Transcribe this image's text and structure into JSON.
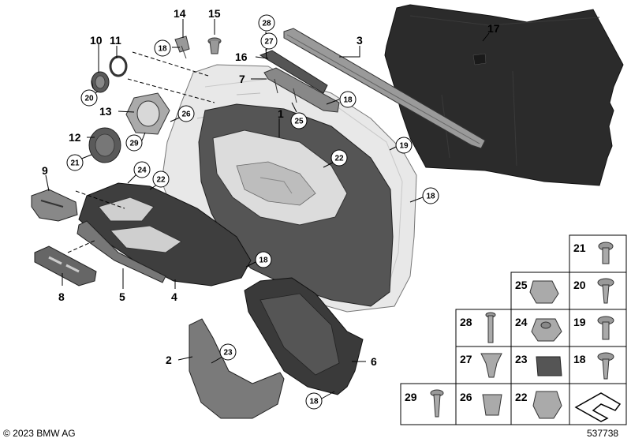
{
  "callouts": {
    "n1": "1",
    "n2": "2",
    "n3": "3",
    "n4": "4",
    "n5": "5",
    "n6": "6",
    "n7": "7",
    "n8": "8",
    "n9": "9",
    "n10": "10",
    "n11": "11",
    "n12": "12",
    "n13": "13",
    "n14": "14",
    "n15": "15",
    "n16": "16",
    "n17": "17"
  },
  "circles": {
    "c18a": "18",
    "c18b": "18",
    "c18c": "18",
    "c18d": "18",
    "c18e": "18",
    "c19": "19",
    "c20": "20",
    "c21": "21",
    "c22a": "22",
    "c22b": "22",
    "c23": "23",
    "c24": "24",
    "c25": "25",
    "c26": "26",
    "c27": "27",
    "c28": "28",
    "c29": "29"
  },
  "legend": {
    "r21": "21",
    "r25": "25",
    "r20": "20",
    "r28": "28",
    "r24": "24",
    "r19": "19",
    "r27": "27",
    "r23": "23",
    "r18": "18",
    "r29": "29",
    "r26": "26",
    "r22": "22"
  },
  "footer": {
    "copyright": "© 2023 BMW AG",
    "diagram_id": "537738"
  }
}
